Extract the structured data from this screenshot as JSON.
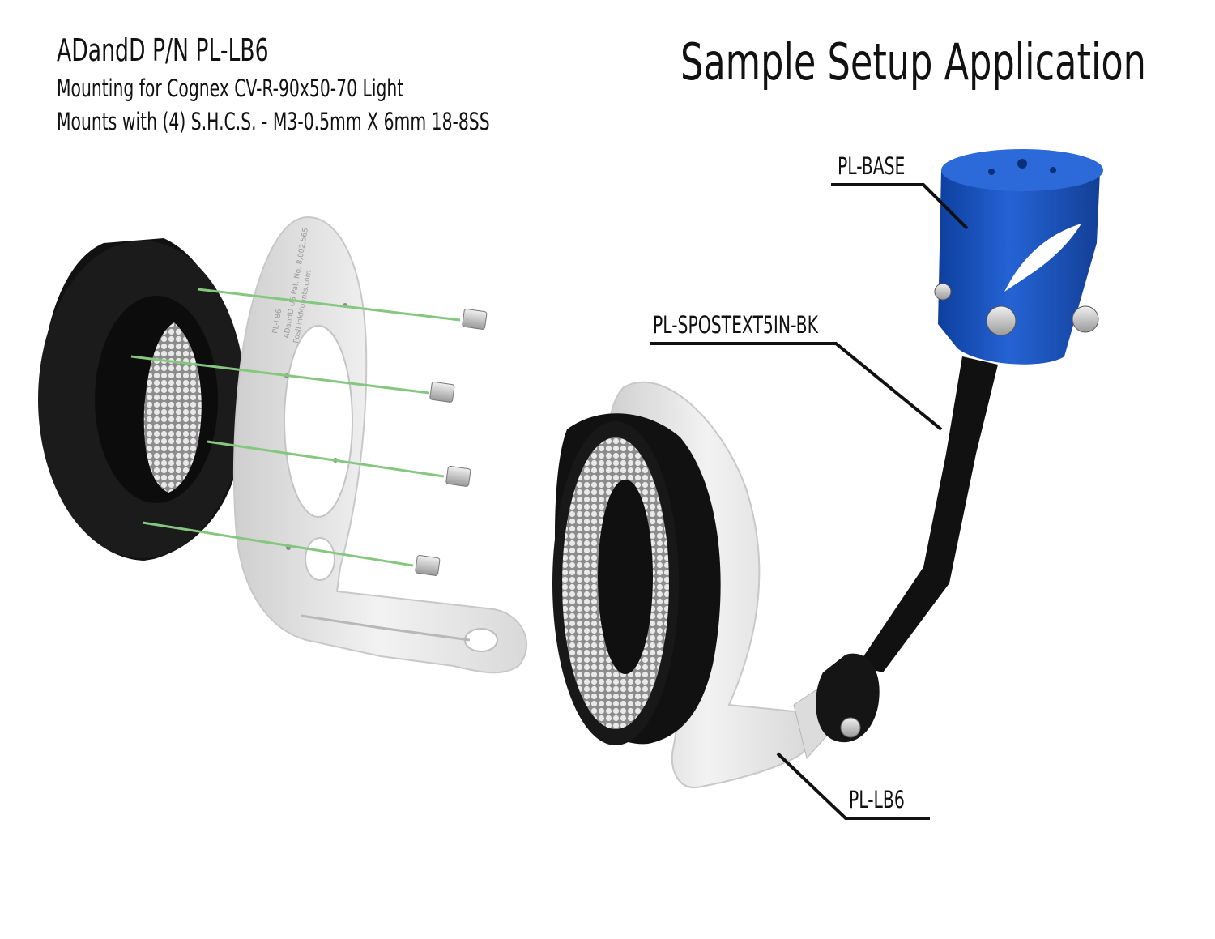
{
  "header": {
    "part_number": "ADandD P/N PL-LB6",
    "description_line1": "Mounting for Cognex CV-R-90x50-70  Light",
    "description_line2": "Mounts with (4) S.H.C.S. - M3-0.5mm X 6mm 18-8SS",
    "application_title": "Sample Setup Application"
  },
  "callouts": {
    "base": "PL-BASE",
    "post": "PL-SPOSTEXT5IN-BK",
    "bracket": "PL-LB6"
  },
  "colors": {
    "light_housing": "#141414",
    "bracket": "#e6e6e6",
    "base_block": "#1a56c8",
    "screw_path": "#86c77f",
    "text": "#111111"
  }
}
